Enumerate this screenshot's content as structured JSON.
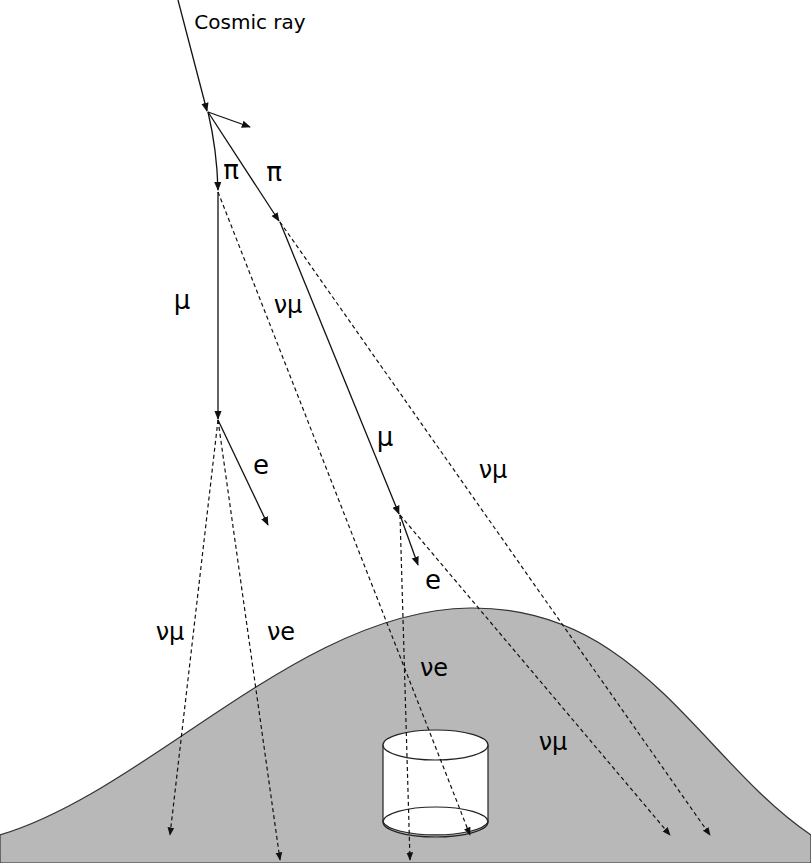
{
  "diagram": {
    "labels": [
      "Cosmic ray",
      "π",
      "π",
      "μ",
      "νμ",
      "μ",
      "νμ",
      "e",
      "e",
      "νμ",
      "νe",
      "νe",
      "νμ"
    ]
  }
}
